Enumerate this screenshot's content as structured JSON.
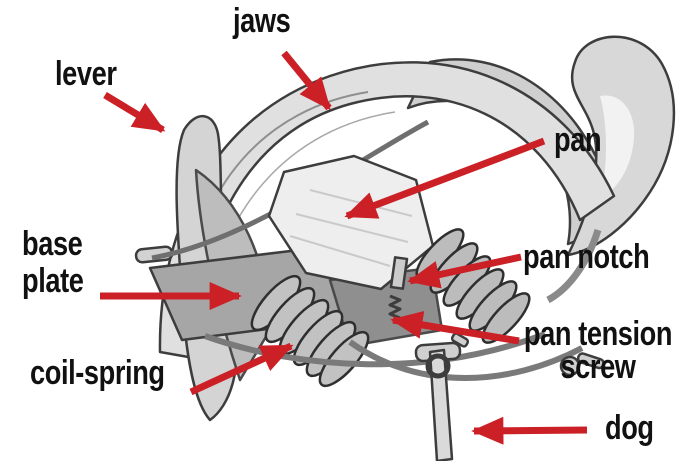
{
  "figure": {
    "type": "labeled-diagram",
    "subject_visible_parts": [
      "jaws",
      "lever",
      "pan",
      "base plate",
      "pan notch",
      "coil-spring",
      "pan tension screw",
      "dog"
    ]
  },
  "labels": {
    "jaws": "jaws",
    "lever": "lever",
    "pan": "pan",
    "base_plate": [
      "base",
      "plate"
    ],
    "pan_notch": "pan notch",
    "coil_spring": "coil-spring",
    "pan_tension_screw": [
      "pan tension",
      "screw"
    ],
    "dog": "dog"
  },
  "colors": {
    "arrow": "#cb2026",
    "label_text": "#111111",
    "background": "#ffffff",
    "sketch_stroke": "#3d3d3d"
  }
}
